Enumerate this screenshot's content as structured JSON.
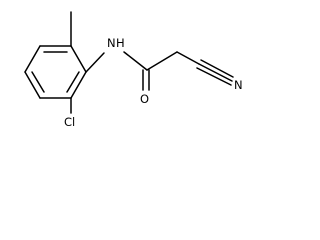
{
  "molecule": {
    "atoms": {
      "amide_nitrogen": "N",
      "amide_hydrogen": "H",
      "carbonyl_oxygen": "O",
      "nitrile_nitrogen": "N",
      "chlorine": "Cl"
    },
    "colors": {
      "bond": "#000000",
      "label": "#000000",
      "background": "#ffffff"
    }
  }
}
